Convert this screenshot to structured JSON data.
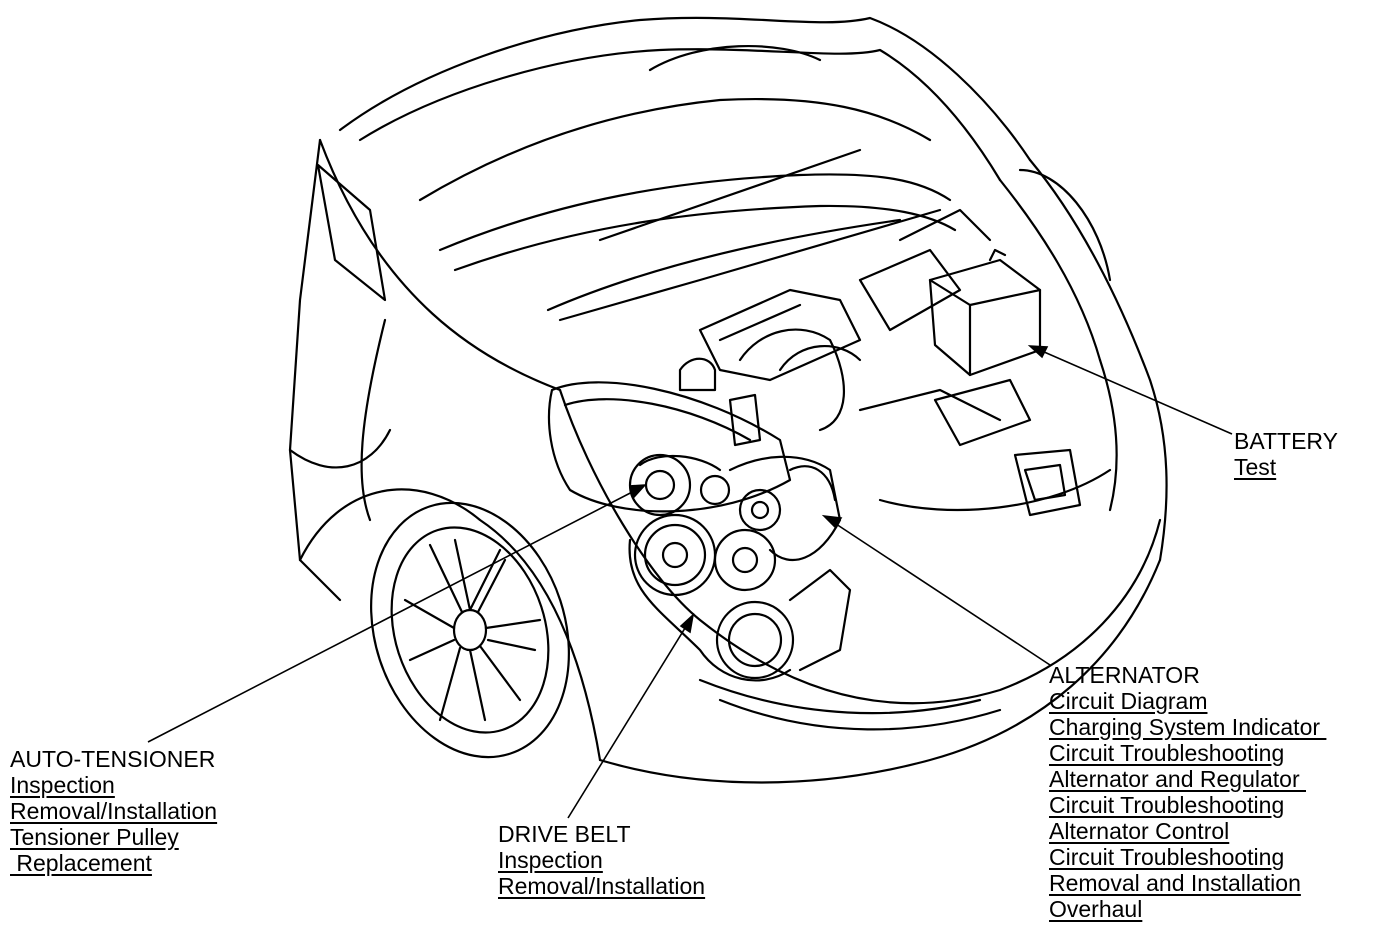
{
  "battery": {
    "title": "BATTERY",
    "links": [
      "Test"
    ]
  },
  "alternator": {
    "title": "ALTERNATOR",
    "links": [
      "Circuit Diagram",
      "Charging System Indicator ",
      "Circuit Troubleshooting",
      "Alternator and Regulator ",
      "Circuit Troubleshooting",
      "Alternator Control",
      "Circuit Troubleshooting",
      "Removal and Installation",
      "Overhaul"
    ]
  },
  "auto_tensioner": {
    "title": "AUTO-TENSIONER",
    "links": [
      "Inspection",
      "Removal/Installation",
      "Tensioner Pulley",
      " Replacement"
    ]
  },
  "drive_belt": {
    "title": "DRIVE BELT",
    "links": [
      "Inspection",
      "Removal/Installation"
    ]
  }
}
